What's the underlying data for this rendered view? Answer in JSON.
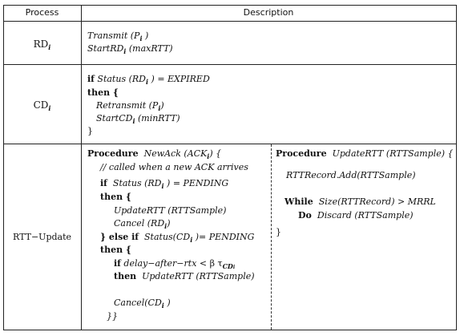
{
  "header": {
    "process": "Process",
    "description": "Description"
  },
  "rows": {
    "rd": {
      "label": "RD",
      "label_sub": "i",
      "lines": [
        [
          "Transmit (P",
          "i",
          " )"
        ],
        [
          "StartRD",
          "i",
          " (maxRTT)"
        ]
      ]
    },
    "cd": {
      "label": "CD",
      "label_sub": "i",
      "l1_kw": "if",
      "l1_a": "Status (RD",
      "l1_sub": "i",
      "l1_b": " ) = EXPIRED",
      "l2": "then {",
      "l3_a": "Retransmit (P",
      "l3_sub": "i",
      "l3_b": ")",
      "l4_a": "StartCD",
      "l4_sub": "i",
      "l4_b": " (minRTT)",
      "l5": "}"
    },
    "rtt": {
      "label": "RTT−Update",
      "left": {
        "proc_kw": "Procedure",
        "proc_a": "NewAck (ACK",
        "proc_sub": "i",
        "proc_b": ") {",
        "comment": "// called when a new ACK arrives",
        "if_kw": "if",
        "if_a": "Status (RD",
        "if_sub": "i",
        "if_b": " ) = PENDING",
        "then1": "then {",
        "upd1": "UpdateRTT (RTTSample)",
        "cancel1_a": "Cancel (RD",
        "cancel1_sub": "i",
        "cancel1_b": ")",
        "elseif_kw": "} else if",
        "elseif_a": "Status(CD",
        "elseif_sub": "i",
        "elseif_b": " )= PENDING",
        "then2": "then {",
        "if2_kw": "if",
        "if2_a": "delay−after−rtx < ",
        "beta": "β",
        "tau": " τ",
        "tau_sub": "CD",
        "tau_sub2": "i",
        "then3_kw": "then",
        "upd2": "UpdateRTT (RTTSample)",
        "cancel2_a": "Cancel(CD",
        "cancel2_sub": "i",
        "cancel2_b": " )",
        "close": "}}"
      },
      "right": {
        "proc_kw": "Procedure",
        "proc_a": "UpdateRTT (RTTSample)",
        "proc_b": " {",
        "add": "RTTRecord.Add(RTTSample)",
        "while_kw": "While",
        "while_a": "Size(RTTRecord) > MRRL",
        "do_kw": "Do",
        "do_a": "Discard (RTTSample)",
        "close": "}"
      }
    }
  }
}
